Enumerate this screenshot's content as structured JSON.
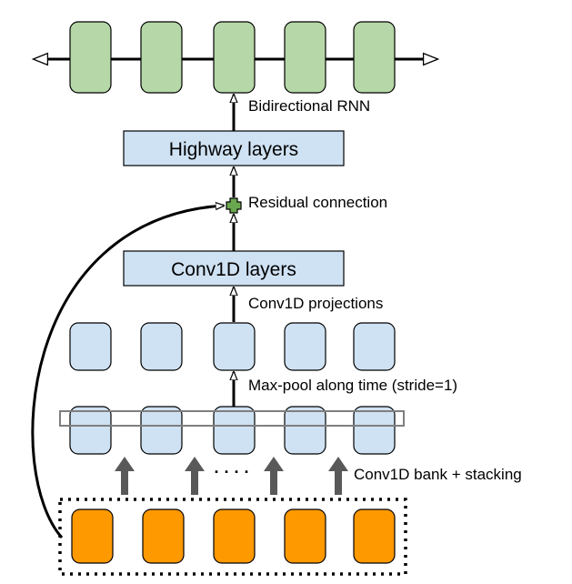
{
  "labels": {
    "bidirectional_rnn": "Bidirectional RNN",
    "highway_layers": "Highway layers",
    "residual_connection": "Residual connection",
    "conv1d_layers": "Conv1D layers",
    "conv1d_projections": "Conv1D projections",
    "max_pool": "Max-pool along time (stride=1)",
    "conv1d_bank": "Conv1D bank + stacking",
    "ellipsis": "· · · ·"
  },
  "colors": {
    "rnn_cell_fill": "#b6d7a8",
    "conv_cell_fill": "#cfe2f3",
    "input_cell_fill": "#ff9900",
    "plus_fill": "#6aa84f",
    "arrow_gray": "#595959",
    "stroke": "#000000"
  }
}
